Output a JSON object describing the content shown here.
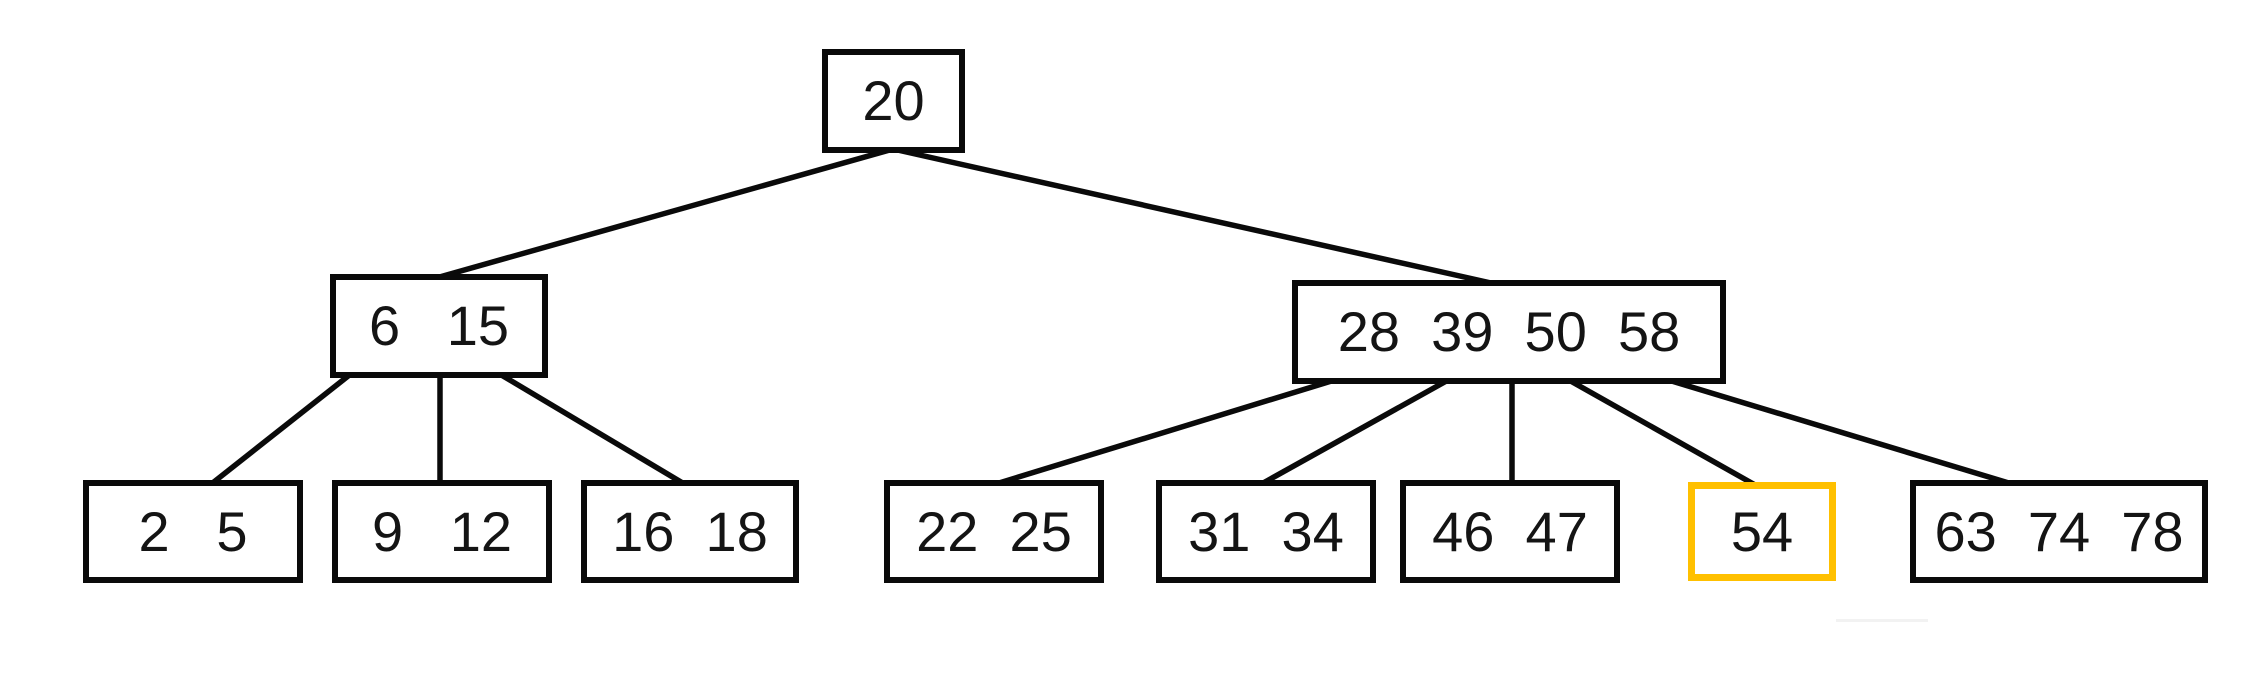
{
  "tree": {
    "kind": "b-tree",
    "colors": {
      "background": "#ffffff",
      "node_border": "#0a0a0a",
      "highlight_border": "#FFC000",
      "text": "#141414",
      "edge": "#0a0a0a"
    },
    "nodes": [
      {
        "id": "root",
        "level": 1,
        "keys": [
          20
        ],
        "label": "20",
        "highlighted": false
      },
      {
        "id": "int-left",
        "level": 2,
        "keys": [
          6,
          15
        ],
        "label": "6   15",
        "highlighted": false
      },
      {
        "id": "int-right",
        "level": 2,
        "keys": [
          28,
          39,
          50,
          58
        ],
        "label": "28  39  50  58",
        "highlighted": false
      },
      {
        "id": "leaf-2-5",
        "level": 3,
        "keys": [
          2,
          5
        ],
        "label": "2   5",
        "highlighted": false
      },
      {
        "id": "leaf-9-12",
        "level": 3,
        "keys": [
          9,
          12
        ],
        "label": "9   12",
        "highlighted": false
      },
      {
        "id": "leaf-16-18",
        "level": 3,
        "keys": [
          16,
          18
        ],
        "label": "16  18",
        "highlighted": false
      },
      {
        "id": "leaf-22-25",
        "level": 3,
        "keys": [
          22,
          25
        ],
        "label": "22  25",
        "highlighted": false
      },
      {
        "id": "leaf-31-34",
        "level": 3,
        "keys": [
          31,
          34
        ],
        "label": "31  34",
        "highlighted": false
      },
      {
        "id": "leaf-46-47",
        "level": 3,
        "keys": [
          46,
          47
        ],
        "label": "46  47",
        "highlighted": false
      },
      {
        "id": "leaf-54",
        "level": 3,
        "keys": [
          54
        ],
        "label": "54",
        "highlighted": true
      },
      {
        "id": "leaf-63-74-78",
        "level": 3,
        "keys": [
          63,
          74,
          78
        ],
        "label": "63  74  78",
        "highlighted": false
      }
    ],
    "edges": [
      {
        "from": "root",
        "to": "int-left"
      },
      {
        "from": "root",
        "to": "int-right"
      },
      {
        "from": "int-left",
        "to": "leaf-2-5"
      },
      {
        "from": "int-left",
        "to": "leaf-9-12"
      },
      {
        "from": "int-left",
        "to": "leaf-16-18"
      },
      {
        "from": "int-right",
        "to": "leaf-22-25"
      },
      {
        "from": "int-right",
        "to": "leaf-31-34"
      },
      {
        "from": "int-right",
        "to": "leaf-46-47"
      },
      {
        "from": "int-right",
        "to": "leaf-54"
      },
      {
        "from": "int-right",
        "to": "leaf-63-74-78"
      }
    ]
  }
}
